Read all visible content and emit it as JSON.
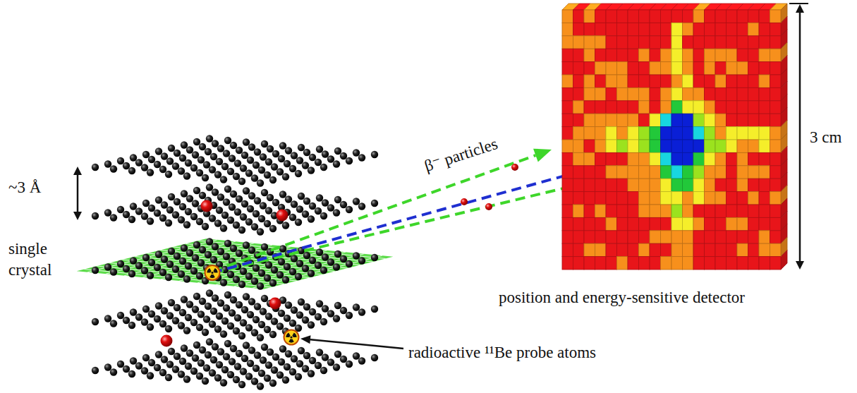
{
  "diagram": {
    "labels": [
      "3 cm",
      "β⁻ particles",
      "~3 Å",
      "single crystal",
      "position and energy-sensitive detector",
      "radioactive ¹¹Be probe atoms"
    ]
  }
}
